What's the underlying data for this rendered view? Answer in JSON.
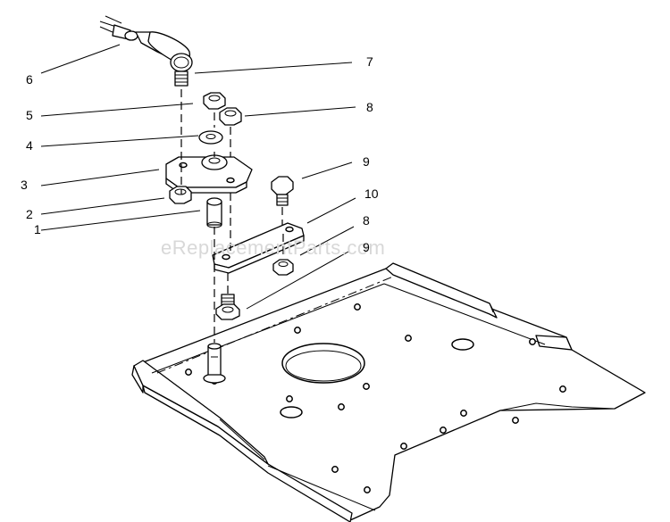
{
  "watermark": "eReplacementParts.com",
  "callouts": {
    "c1": "1",
    "c2": "2",
    "c3": "3",
    "c4": "4",
    "c5": "5",
    "c6": "6",
    "c7": "7",
    "c8a": "8",
    "c8b": "8",
    "c9a": "9",
    "c9b": "9",
    "c10": "10"
  },
  "colors": {
    "line": "#000000",
    "watermark": "#d8d8d8",
    "background": "#ffffff"
  }
}
